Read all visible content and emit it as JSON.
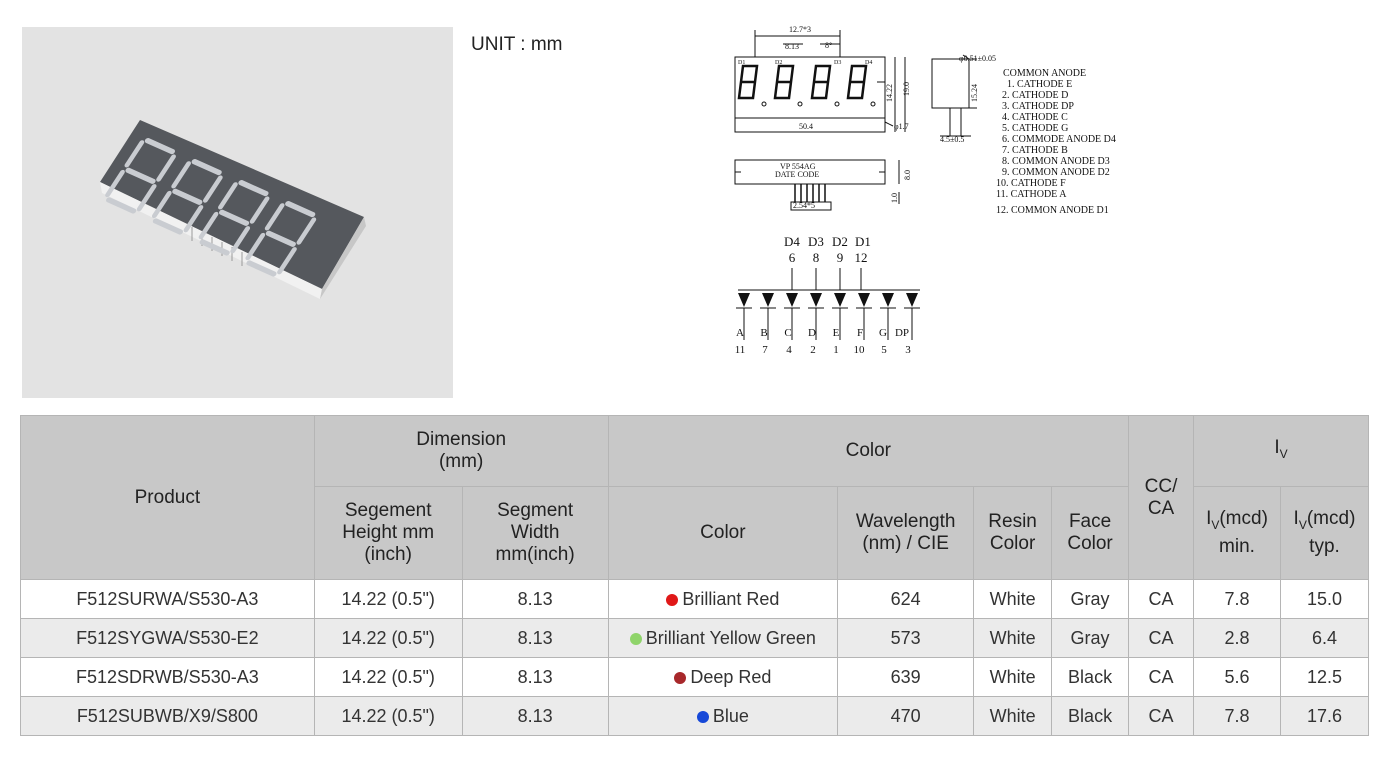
{
  "unit_label": "UNIT : mm",
  "drawing": {
    "dim_pitch": "12.7*3",
    "dim_seg_width": "8.13",
    "dim_angle": "8°",
    "dim_length": "50.4",
    "dim_height_a": "14.22",
    "dim_height_b": "19.0",
    "dim_hole": "φ1.7",
    "dim_pin": "φ0.51±0.05",
    "dim_side": "15.24",
    "dim_side_w": "4.5±0.5",
    "digits_top": [
      "D1",
      "D2",
      "D3",
      "D4"
    ],
    "label_vp": "VP   554AG",
    "label_date": "DATE   CODE",
    "dim_pin_pitch": "2.54*5",
    "dim_thick": "8.0",
    "dim_pin_len": "1.0",
    "pin_list": [
      "COMMON ANODE",
      "1. CATHODE E",
      "2. CATHODE D",
      "3. CATHODE DP",
      "4. CATHODE C",
      "5. CATHODE G",
      "6. COMMODE ANODE D4",
      "7. CATHODE B",
      "8. COMMON ANODE D3",
      "9. COMMON ANODE D2",
      "10. CATHODE F",
      "11. CATHODE A",
      "12. COMMON ANODE D1"
    ],
    "circuit_digits": [
      "D4",
      "D3",
      "D2",
      "D1"
    ],
    "circuit_digit_pins": [
      "6",
      "8",
      "9",
      "12"
    ],
    "circuit_segments": [
      "A",
      "B",
      "C",
      "D",
      "E",
      "F",
      "G",
      "DP"
    ],
    "circuit_segment_pins": [
      "11",
      "7",
      "4",
      "2",
      "1",
      "10",
      "5",
      "3"
    ]
  },
  "table": {
    "h_product": "Product",
    "h_dimension": "Dimension",
    "h_dimension_unit": "(mm)",
    "h_color_group": "Color",
    "h_ccca": "CC/ CA",
    "h_iv": "I",
    "h_iv_sub": "V",
    "h_seg_height": "Segement Height mm (inch)",
    "h_seg_width": "Segment Width mm(inch)",
    "h_color": "Color",
    "h_wavelength": "Wavelength (nm) / CIE",
    "h_resin": "Resin Color",
    "h_face": "Face Color",
    "h_iv_min_i": "I",
    "h_iv_min_sub": "V",
    "h_iv_min_rest": "(mcd) min.",
    "h_iv_typ_i": "I",
    "h_iv_typ_sub": "V",
    "h_iv_typ_rest": "(mcd) typ.",
    "rows": [
      {
        "product": "F512SURWA/S530-A3",
        "seg_height": "14.22 (0.5\")",
        "seg_width": "8.13",
        "dot": "#e01818",
        "color": "Brilliant Red",
        "wavelength": "624",
        "resin": "White",
        "face": "Gray",
        "ccca": "CA",
        "iv_min": "7.8",
        "iv_typ": "15.0"
      },
      {
        "product": "F512SYGWA/S530-E2",
        "seg_height": "14.22 (0.5\")",
        "seg_width": "8.13",
        "dot": "#8fd46a",
        "color": "Brilliant Yellow Green",
        "wavelength": "573",
        "resin": "White",
        "face": "Gray",
        "ccca": "CA",
        "iv_min": "2.8",
        "iv_typ": "6.4"
      },
      {
        "product": "F512SDRWB/S530-A3",
        "seg_height": "14.22 (0.5\")",
        "seg_width": "8.13",
        "dot": "#a8282b",
        "color": "Deep Red",
        "wavelength": "639",
        "resin": "White",
        "face": "Black",
        "ccca": "CA",
        "iv_min": "5.6",
        "iv_typ": "12.5"
      },
      {
        "product": "F512SUBWB/X9/S800",
        "seg_height": "14.22 (0.5\")",
        "seg_width": "8.13",
        "dot": "#1648d8",
        "color": "Blue",
        "wavelength": "470",
        "resin": "White",
        "face": "Black",
        "ccca": "CA",
        "iv_min": "7.8",
        "iv_typ": "17.6"
      }
    ]
  }
}
